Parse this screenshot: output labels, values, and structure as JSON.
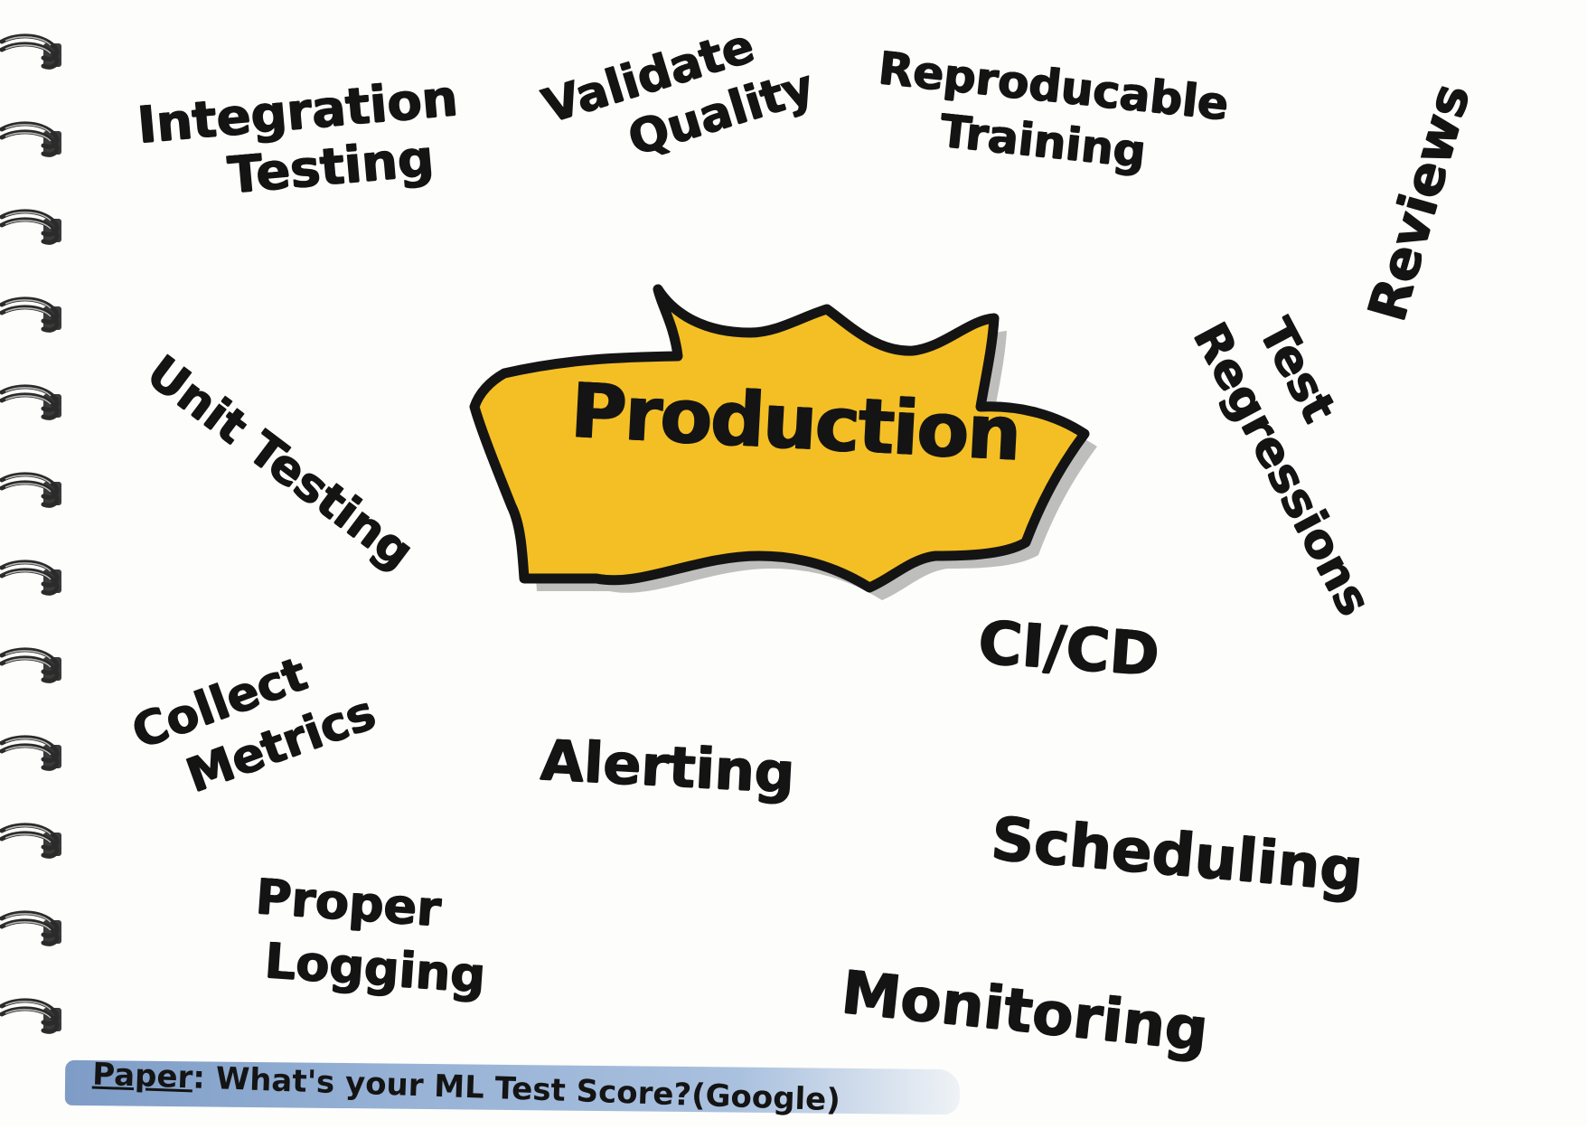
{
  "center": {
    "label": "Production",
    "fill_color": "#f4bf24",
    "outline_color": "#141414"
  },
  "topics": {
    "integration_testing": [
      "Integration",
      "Testing"
    ],
    "validate_quality": [
      "Validate",
      "Quality"
    ],
    "reproducable_training": [
      "Reproducable",
      "Training"
    ],
    "reviews": "Reviews",
    "unit_testing": "Unit Testing",
    "test_regressions": [
      "Test",
      "Regressions"
    ],
    "ci_cd": "CI/CD",
    "collect_metrics": [
      "Collect",
      "Metrics"
    ],
    "alerting": "Alerting",
    "scheduling": "Scheduling",
    "proper_logging": [
      "Proper",
      "Logging"
    ],
    "monitoring": "Monitoring"
  },
  "footer": {
    "paper_label": "Paper",
    "separator": ":",
    "title": "What's your ML Test Score?",
    "source": "(Google)",
    "highlight_color": "#8fabd2"
  },
  "binding": {
    "ring_count": 12,
    "ring_color": "#2b2b2b"
  }
}
